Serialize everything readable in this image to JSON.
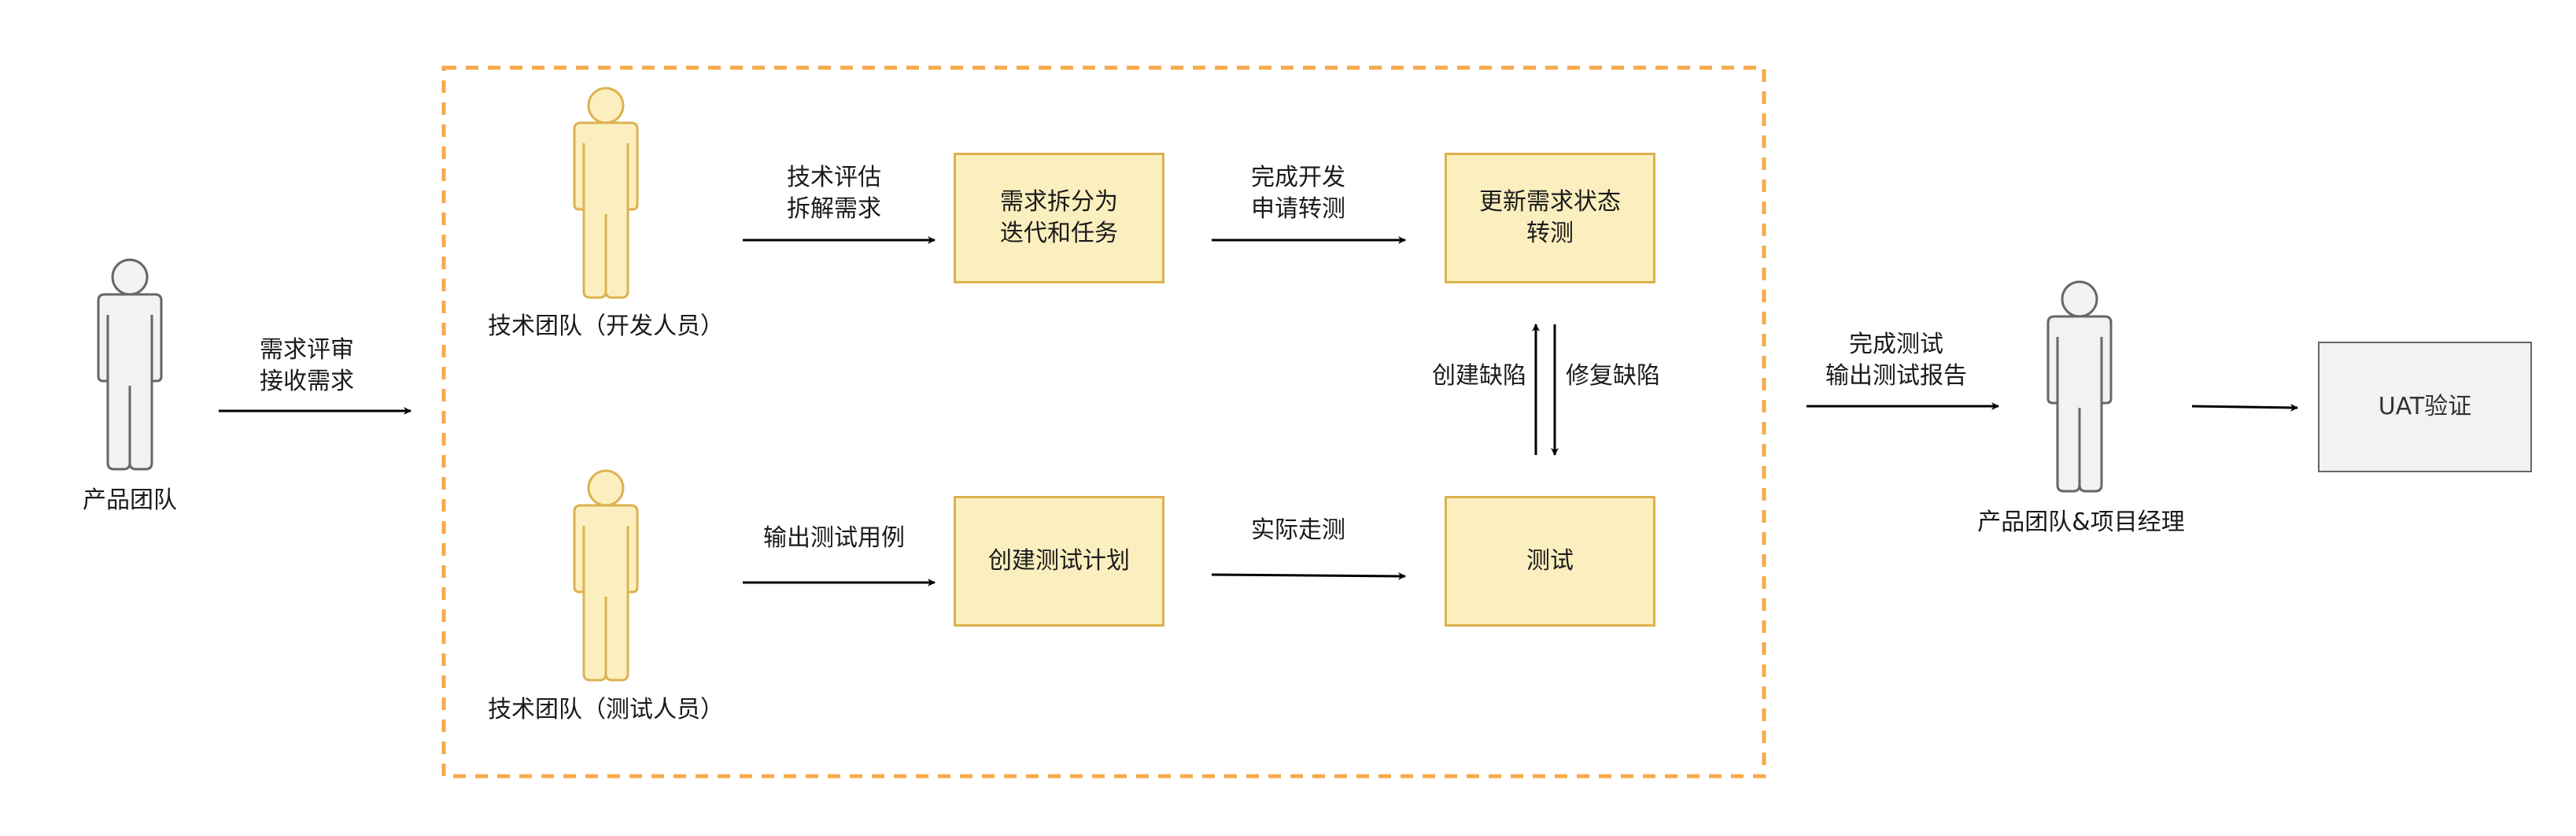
{
  "actors": {
    "product_team": "产品团队",
    "dev_team": "技术团队（开发人员）",
    "test_team": "技术团队（测试人员）",
    "pm_team": "产品团队&项目经理"
  },
  "edges": {
    "review": [
      "需求评审",
      "接收需求"
    ],
    "tech_eval": [
      "技术评估",
      "拆解需求"
    ],
    "dev_done": [
      "完成开发",
      "申请转测"
    ],
    "output_cases": "输出测试用例",
    "actual_test": "实际走测",
    "create_defect": "创建缺陷",
    "fix_defect": "修复缺陷",
    "test_done": [
      "完成测试",
      "输出测试报告"
    ]
  },
  "boxes": {
    "split": [
      "需求拆分为",
      "迭代和任务"
    ],
    "update_status": [
      "更新需求状态",
      "转测"
    ],
    "test_plan": "创建测试计划",
    "test": "测试",
    "uat": "UAT验证"
  },
  "colors": {
    "box_fill": "#fcefbf",
    "box_border": "#dcb24f",
    "actor_yellow_fill": "#fcefbf",
    "actor_yellow_stroke": "#dcb24f",
    "actor_grey_fill": "#f2f2f2",
    "actor_grey_stroke": "#666666",
    "dashed_border": "#f7a94a",
    "arrow": "#000000"
  }
}
